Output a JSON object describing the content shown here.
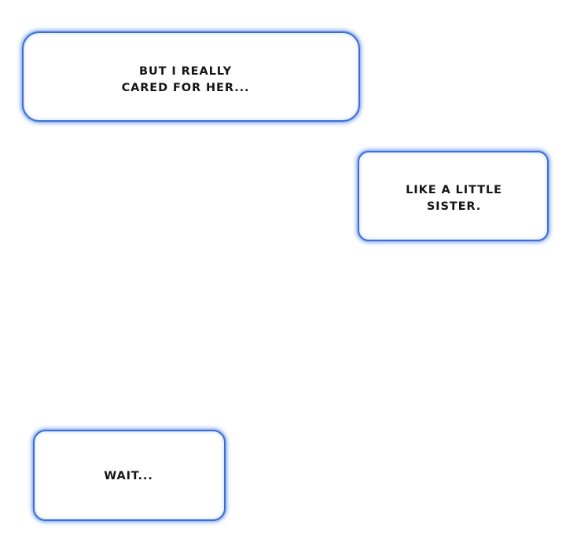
{
  "page": {
    "background_color": "#ffffff"
  },
  "colors": {
    "bubble_border": "#3e6ed2",
    "bubble_glow": "#7da5eb",
    "bubble_fill": "#ffffff",
    "text": "#151515"
  },
  "bubbles": [
    {
      "name": "speech-bubble-1",
      "text": "BUT I REALLY\nCARED FOR HER..."
    },
    {
      "name": "speech-bubble-2",
      "text": "LIKE A LITTLE\nSISTER."
    },
    {
      "name": "speech-bubble-3",
      "text": "WAIT..."
    }
  ]
}
